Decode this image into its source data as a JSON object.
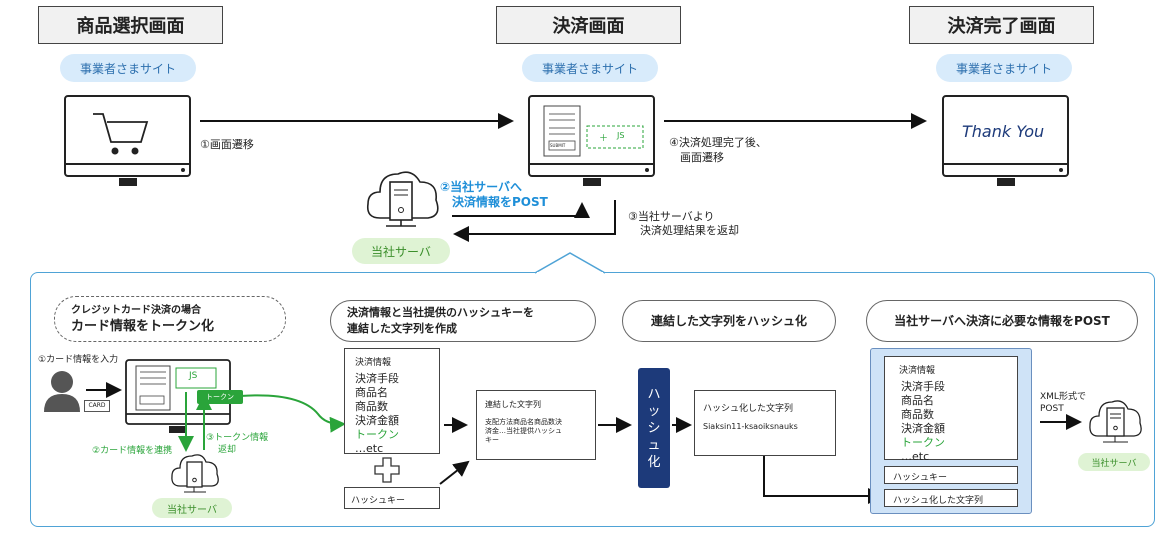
{
  "titles": {
    "select": "商品選択画面",
    "pay": "決済画面",
    "done": "決済完了画面"
  },
  "merchant_label": "事業者さまサイト",
  "thank_you": "Thank You",
  "submit_label": "SUBMIT",
  "js_label": "JS",
  "steps_top": {
    "s1": "①画面遷移",
    "s2_line1": "②当社サーバへ",
    "s2_line2": "決済情報をPOST",
    "s3_line1": "③当社サーバより",
    "s3_line2": "決済処理結果を返却",
    "s4_line1": "④決済処理完了後、",
    "s4_line2": "画面遷移"
  },
  "server_label": "当社サーバ",
  "bottom": {
    "pill1_line1": "クレジットカード決済の場合",
    "pill1_line2": "カード情報をトークン化",
    "pill2_line1": "決済情報と当社提供のハッシュキーを",
    "pill2_line2": "連結した文字列を作成",
    "pill3": "連結した文字列をハッシュ化",
    "pill4": "当社サーバへ決済に必要な情報をPOST",
    "card_input": "①カード情報を入力",
    "card_badge": "CARD",
    "token_label": "トークン",
    "step2": "②カード情報を連携",
    "step3_line1": "③トークン情報",
    "step3_line2": "返却",
    "payment_info_title": "決済情報",
    "payment_items": [
      "決済手段",
      "商品名",
      "商品数",
      "決済金額"
    ],
    "token_item": "トークン",
    "etc": "…etc",
    "hash_key": "ハッシュキー",
    "concat_title": "連結した文字列",
    "concat_body_line1": "支配方法商品名商品数決",
    "concat_body_line2": "済金…当社提供ハッシュ",
    "concat_body_line3": "キー",
    "hash_chars": [
      "ハ",
      "ッ",
      "シ",
      "ュ",
      "化"
    ],
    "hashed_title": "ハッシュ化した文字列",
    "hashed_value": "Siaksin11-ksaoiksnauks",
    "post_hash_key": "ハッシュキー",
    "post_hashed": "ハッシュ化した文字列",
    "xml_line1": "XML形式で",
    "xml_line2": "POST"
  },
  "colors": {
    "accent_blue": "#1f8fd8",
    "accent_green": "#2aa43a",
    "navy": "#1d3a7a",
    "panel_border": "#4fa3d6"
  }
}
